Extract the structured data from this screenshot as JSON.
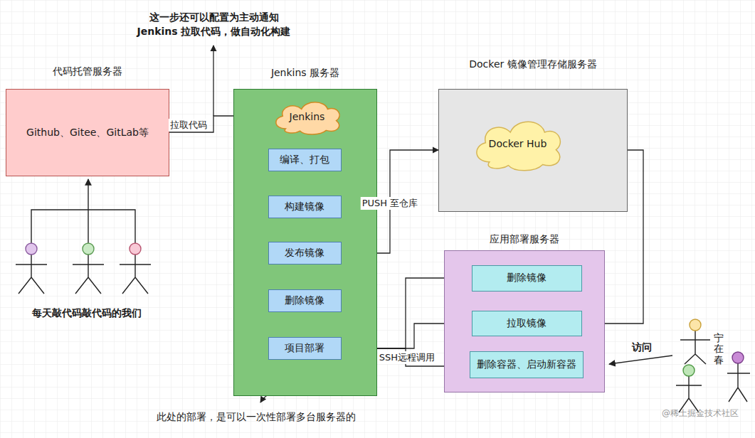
{
  "diagram": {
    "nodes": [
      {
        "text": [
          "代码托管服务器",
          "Github、Gitee、GitLab等"
        ]
      },
      {
        "text": [
          "Jenkins 服务器"
        ]
      },
      {
        "text": [
          "Jenkins"
        ],
        "in": 1
      },
      {
        "text": [
          "编译、打包"
        ],
        "in": 1
      },
      {
        "text": [
          "构建镜像"
        ],
        "in": 1
      },
      {
        "text": [
          "发布镜像"
        ],
        "in": 1
      },
      {
        "text": [
          "删除镜像"
        ],
        "in": 1
      },
      {
        "text": [
          "项目部署"
        ],
        "in": 1
      },
      {
        "text": [
          "Docker 镜像管理存储服务器"
        ]
      },
      {
        "text": [
          "Docker Hub"
        ],
        "in": 8
      },
      {
        "text": [
          "应用部署服务器"
        ]
      },
      {
        "text": [
          "删除镜像"
        ],
        "in": 10
      },
      {
        "text": [
          "拉取镜像"
        ],
        "in": 10
      },
      {
        "text": [
          "删除容器、启动新容器"
        ],
        "in": 10
      }
    ],
    "edges": [
      {
        "from": 0,
        "to": 2,
        "label": "拉取代码",
        "arrow": "to"
      },
      {
        "from": 3,
        "to": 4,
        "arrow": "to"
      },
      {
        "from": 4,
        "to": 5,
        "arrow": "to"
      },
      {
        "from": 5,
        "to": 6,
        "arrow": "to"
      },
      {
        "from": 6,
        "to": 7,
        "arrow": "to"
      },
      {
        "from": 5,
        "to": 8,
        "label": "PUSH 至仓库",
        "arrow": "to"
      },
      {
        "from": 8,
        "to": 12,
        "arrow": "to"
      },
      {
        "from": 7,
        "to": 11,
        "arrow": "to"
      },
      {
        "from": 7,
        "to": 12,
        "label": "SSH远程调用",
        "arrow": "to"
      },
      {
        "from": 7,
        "to": 13,
        "arrow": "to"
      },
      {
        "from": 11,
        "to": 12,
        "arrow": "to"
      },
      {
        "from": 12,
        "to": 13,
        "arrow": "to"
      }
    ],
    "labels": [
      "这一步还可以配置为主动通知 Jenkins 拉取代码，做自动化构建",
      "每天敲代码敲代码的我们",
      "访问",
      "宁在春",
      "此处的部署，是可以一次性部署多台服务器的",
      "@稀土掘金技术社区"
    ]
  }
}
